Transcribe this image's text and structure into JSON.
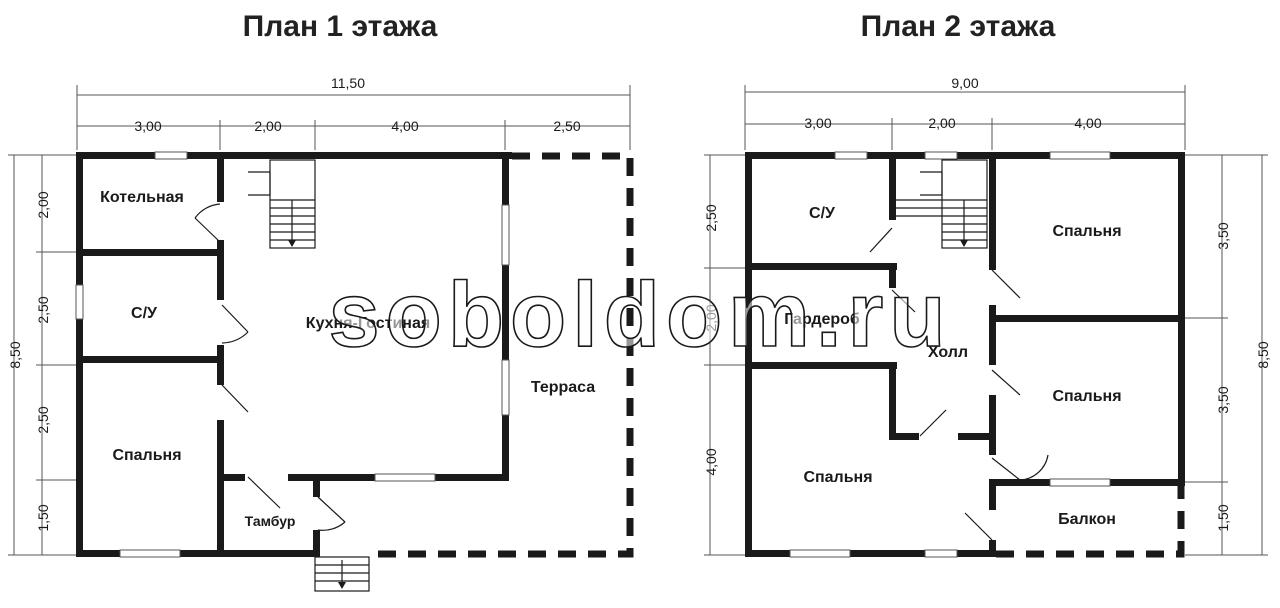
{
  "plan1": {
    "title": "План 1 этажа",
    "dims": {
      "total_width": "11,50",
      "seg": [
        "3,00",
        "2,00",
        "4,00",
        "2,50"
      ],
      "total_height": "8,50",
      "vseg": [
        "2,00",
        "2,50",
        "2,50",
        "1,50"
      ]
    },
    "rooms": {
      "boiler": "Котельная",
      "bathroom": "С/У",
      "kitchen": "Кухня-Гостиная",
      "bedroom": "Спальня",
      "terrace": "Терраса",
      "vestibule": "Тамбур"
    }
  },
  "plan2": {
    "title": "План 2 этажа",
    "dims": {
      "total_width": "9,00",
      "seg": [
        "3,00",
        "2,00",
        "4,00"
      ],
      "vseg_left": [
        "2,50",
        "2,00",
        "4,00"
      ],
      "vseg_right": [
        "3,50",
        "3,50",
        "1,50"
      ],
      "total_height": "8,50"
    },
    "rooms": {
      "bathroom": "С/У",
      "wardrobe": "Гардероб",
      "hall": "Холл",
      "bedroom_top": "Спальня",
      "bedroom_mid": "Спальня",
      "bedroom_bottom": "Спальня",
      "balcony": "Балкон"
    }
  },
  "watermark": "soboldom.ru"
}
